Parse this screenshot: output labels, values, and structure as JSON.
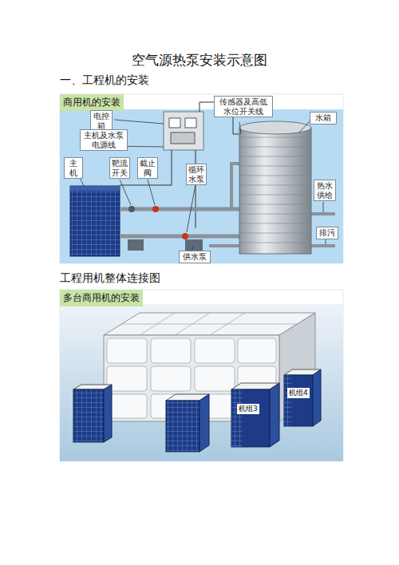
{
  "diagram": {
    "title": "空气源热泵安装示意图",
    "nodes": [
      {
        "text": [
          "商用机的安装"
        ]
      },
      {
        "text": [
          "电控箱"
        ]
      },
      {
        "text": [
          "主机及水泵电源线"
        ]
      },
      {
        "text": [
          "主机"
        ]
      },
      {
        "text": [
          "靶流开关"
        ]
      },
      {
        "text": [
          "截止阀"
        ]
      },
      {
        "text": [
          "循环水泵"
        ]
      },
      {
        "text": [
          "传感器及高低水位开关线"
        ]
      },
      {
        "text": [
          "水箱"
        ]
      },
      {
        "text": [
          "热水供给"
        ]
      },
      {
        "text": [
          "排污"
        ]
      },
      {
        "text": [
          "供水泵"
        ]
      },
      {
        "text": [
          "多台商用机的安装"
        ]
      }
    ],
    "labels": [
      "一、工程机的安装",
      "工程用机整体连接图",
      "机组3",
      "机组4"
    ]
  }
}
